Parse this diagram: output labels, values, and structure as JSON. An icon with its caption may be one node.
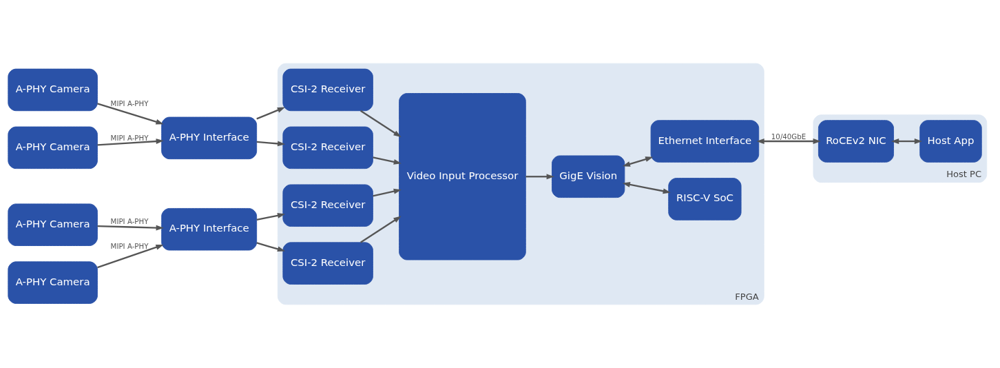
{
  "diagram": {
    "nodes": [
      {
        "text": [
          "A-PHY Camera"
        ]
      },
      {
        "text": [
          "A-PHY Camera"
        ]
      },
      {
        "text": [
          "A-PHY Camera"
        ]
      },
      {
        "text": [
          "A-PHY Camera"
        ]
      },
      {
        "text": [
          "A-PHY Interface"
        ]
      },
      {
        "text": [
          "A-PHY Interface"
        ]
      },
      {
        "text": [
          "FPGA"
        ]
      },
      {
        "text": [
          "CSI-2 Receiver"
        ],
        "in": 6
      },
      {
        "text": [
          "CSI-2 Receiver"
        ],
        "in": 6
      },
      {
        "text": [
          "CSI-2 Receiver"
        ],
        "in": 6
      },
      {
        "text": [
          "CSI-2 Receiver"
        ],
        "in": 6
      },
      {
        "text": [
          "Video Input Processor"
        ],
        "in": 6
      },
      {
        "text": [
          "GigE Vision"
        ],
        "in": 6
      },
      {
        "text": [
          "RISC-V SoC"
        ],
        "in": 6
      },
      {
        "text": [
          "Ethernet Interface"
        ],
        "in": 6
      },
      {
        "text": [
          "Host PC"
        ]
      },
      {
        "text": [
          "RoCEv2 NIC"
        ],
        "in": 15
      },
      {
        "text": [
          "Host App"
        ],
        "in": 15
      }
    ],
    "edges": [
      {
        "from": 0,
        "to": 4,
        "arrow": "to",
        "label": "MIPI A-PHY"
      },
      {
        "from": 1,
        "to": 4,
        "arrow": "to",
        "label": "MIPI A-PHY"
      },
      {
        "from": 2,
        "to": 5,
        "arrow": "to",
        "label": "MIPI A-PHY"
      },
      {
        "from": 3,
        "to": 5,
        "arrow": "to",
        "label": "MIPI A-PHY"
      },
      {
        "from": 4,
        "to": 7,
        "arrow": "to"
      },
      {
        "from": 4,
        "to": 8,
        "arrow": "to"
      },
      {
        "from": 5,
        "to": 9,
        "arrow": "to"
      },
      {
        "from": 5,
        "to": 10,
        "arrow": "to"
      },
      {
        "from": 7,
        "to": 11,
        "arrow": "to"
      },
      {
        "from": 8,
        "to": 11,
        "arrow": "to"
      },
      {
        "from": 9,
        "to": 11,
        "arrow": "to"
      },
      {
        "from": 10,
        "to": 11,
        "arrow": "to"
      },
      {
        "from": 11,
        "to": 12,
        "arrow": "to"
      },
      {
        "from": 12,
        "to": 13,
        "arrow": "both"
      },
      {
        "from": 12,
        "to": 14,
        "arrow": "both"
      },
      {
        "from": 14,
        "to": 16,
        "arrow": "both",
        "label": "10/40GbE"
      },
      {
        "from": 16,
        "to": 17,
        "arrow": "both"
      }
    ]
  }
}
